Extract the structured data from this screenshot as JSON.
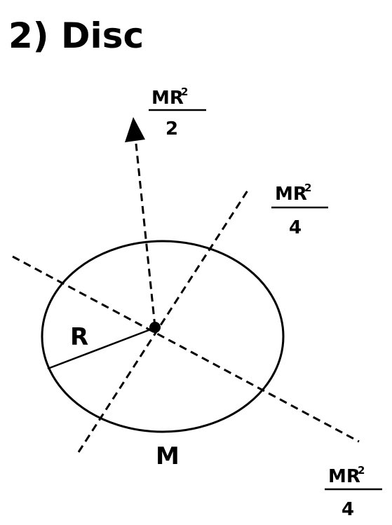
{
  "title": "2) Disc",
  "labels": {
    "radius": "R",
    "mass": "M"
  },
  "moments": {
    "perpendicular_axis": {
      "numerator": "MR",
      "exponent": "2",
      "denominator": "2"
    },
    "diameter_axis_1": {
      "numerator": "MR",
      "exponent": "2",
      "denominator": "4"
    },
    "diameter_axis_2": {
      "numerator": "MR",
      "exponent": "2",
      "denominator": "4"
    }
  },
  "colors": {
    "ink": "#000000",
    "background": "#ffffff"
  }
}
